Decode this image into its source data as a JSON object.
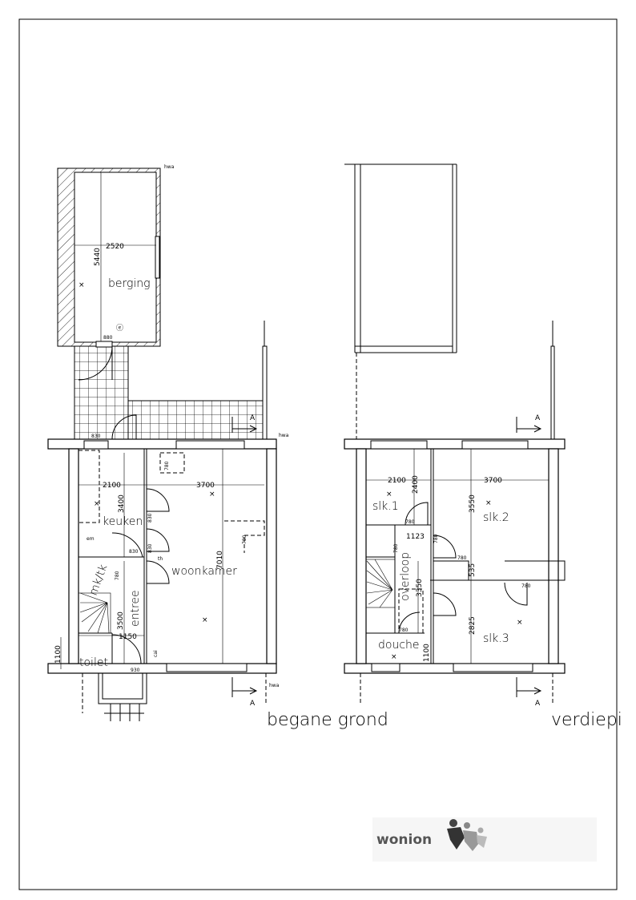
{
  "ground_floor": {
    "title": "begane grond",
    "rooms": {
      "berging": "berging",
      "keuken": "keuken",
      "woonkamer": "woonkamer",
      "entree": "entree",
      "mktk": "mk/tk",
      "toilet": "toilet"
    },
    "dims": {
      "berging_w": "2520",
      "berging_l": "5440",
      "berging_door": "880",
      "keuken_w": "2100",
      "woon_w": "3700",
      "keuken_l": "3400",
      "woon_l": "7010",
      "entree_l": "3500",
      "toilet_w": "1150",
      "toilet_l": "1100",
      "door_830a": "830",
      "door_830b": "830",
      "door_830c": "830",
      "door_830d": "830",
      "door_780a": "780",
      "door_780b": "780",
      "door_780c": "780",
      "door_930": "930"
    },
    "labels": {
      "hwa_top": "hwa",
      "hwa_main": "hwa",
      "hwa_bottom": "hwa",
      "section_top": "A",
      "section_bottom": "A",
      "th": "th",
      "cai": "cai",
      "em": "em"
    }
  },
  "upper_floor": {
    "title": "verdiepi",
    "rooms": {
      "slk1": "slk.1",
      "slk2": "slk.2",
      "slk3": "slk.3",
      "overloop": "overloop",
      "douche": "douche"
    },
    "dims": {
      "slk1_w": "2100",
      "slk2_w": "3700",
      "slk1_l": "2400",
      "slk2_l": "3550",
      "slk3_l": "2825",
      "gap": "535",
      "overloop_l": "3350",
      "overloop_w": "1123",
      "douche_l": "1100",
      "door_780a": "780",
      "door_780b": "780",
      "door_780c": "780",
      "door_780d": "780",
      "door_780e": "780",
      "door_780f": "780"
    },
    "labels": {
      "section_top": "A",
      "section_bottom": "A"
    }
  },
  "logo": {
    "text": "wonion"
  }
}
